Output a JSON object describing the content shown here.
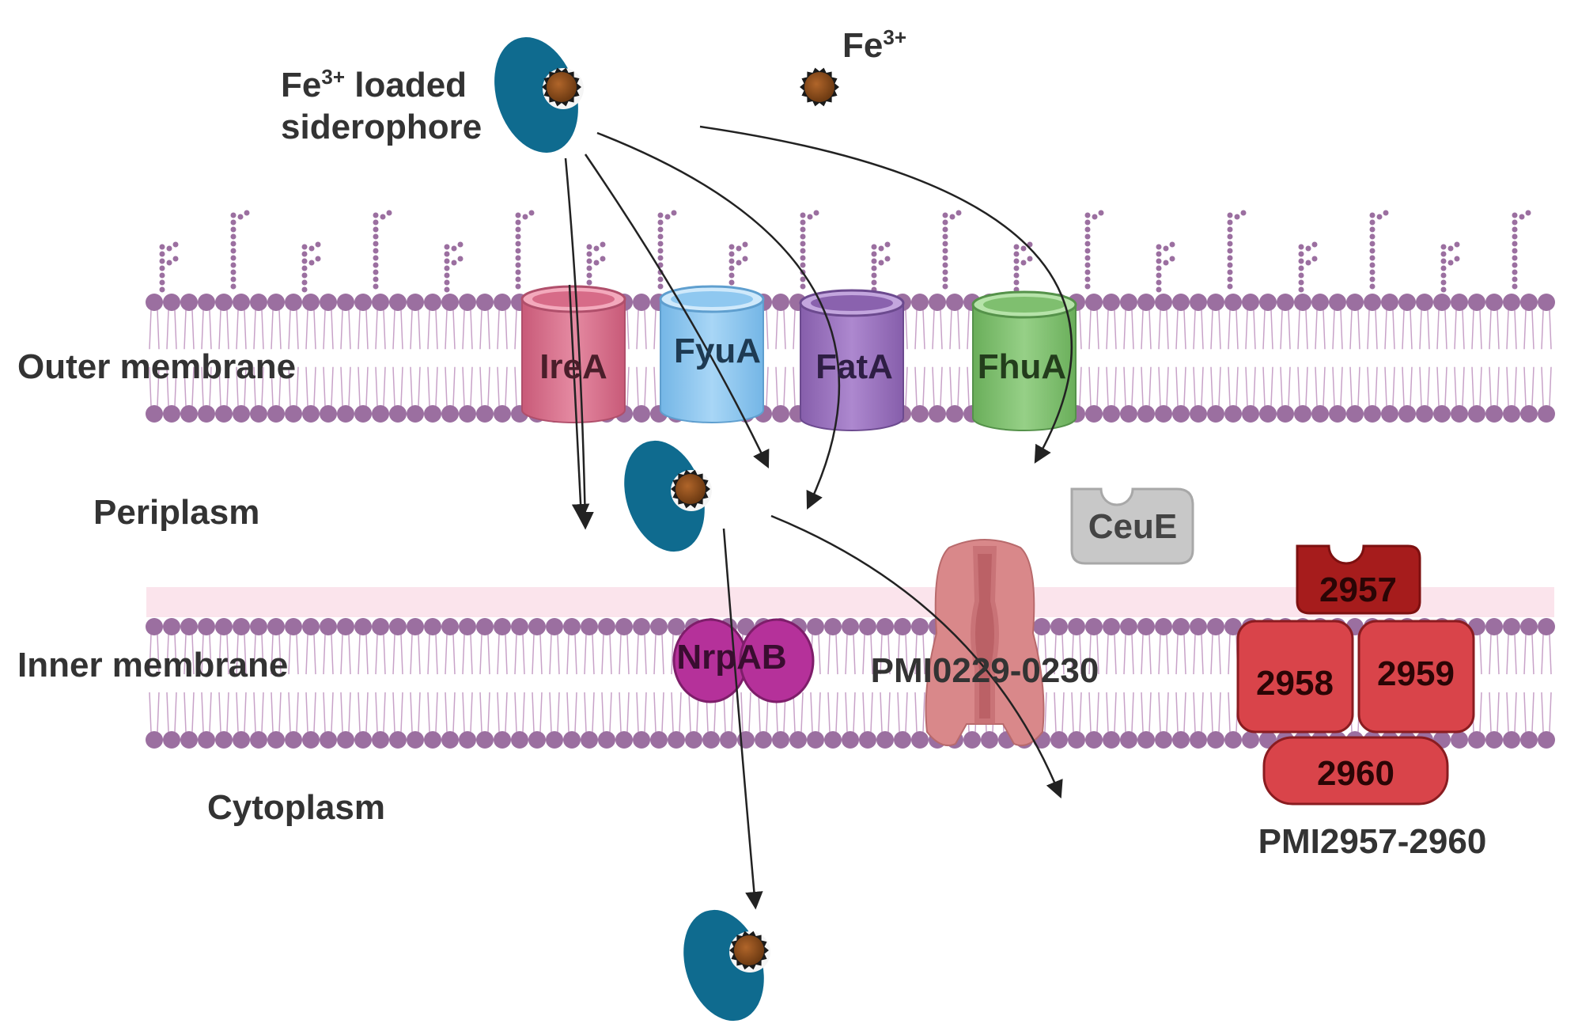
{
  "labels": {
    "fe_loaded_line1": "Fe",
    "fe_loaded_sup": "3+",
    "fe_loaded_line1_rest": " loaded",
    "fe_loaded_line2": "siderophore",
    "fe_free": "Fe",
    "fe_free_sup": "3+",
    "outer_membrane": "Outer membrane",
    "periplasm": "Periplasm",
    "inner_membrane": "Inner membrane",
    "cytoplasm": "Cytoplasm"
  },
  "proteins": {
    "irea": "IreA",
    "fyua": "FyuA",
    "fata": "FatA",
    "fhua": "FhuA",
    "ceue": "CeuE",
    "nrpab": "NrpAB",
    "pmi0229": "PMI0229-0230",
    "p2957": "2957",
    "p2958": "2958",
    "p2959": "2959",
    "p2960": "2960",
    "pmi2957": "PMI2957-2960"
  },
  "colors": {
    "membrane_bead": "#9b6fa0",
    "lipid_tail": "#c8a2c8",
    "inner_band": "#fbe6ee",
    "siderophore": "#0f6b8f",
    "iron": "#8a4a1a",
    "irea": "#d76b88",
    "fyua": "#8fc8f0",
    "fata": "#9b72be",
    "fhua": "#7fbf6f",
    "ceue": "#bdbdbd",
    "nrpab": "#b5319a",
    "pmi0229": "#d98a88",
    "pmi2957_dark": "#a61c1c",
    "pmi2957": "#d9444a"
  }
}
